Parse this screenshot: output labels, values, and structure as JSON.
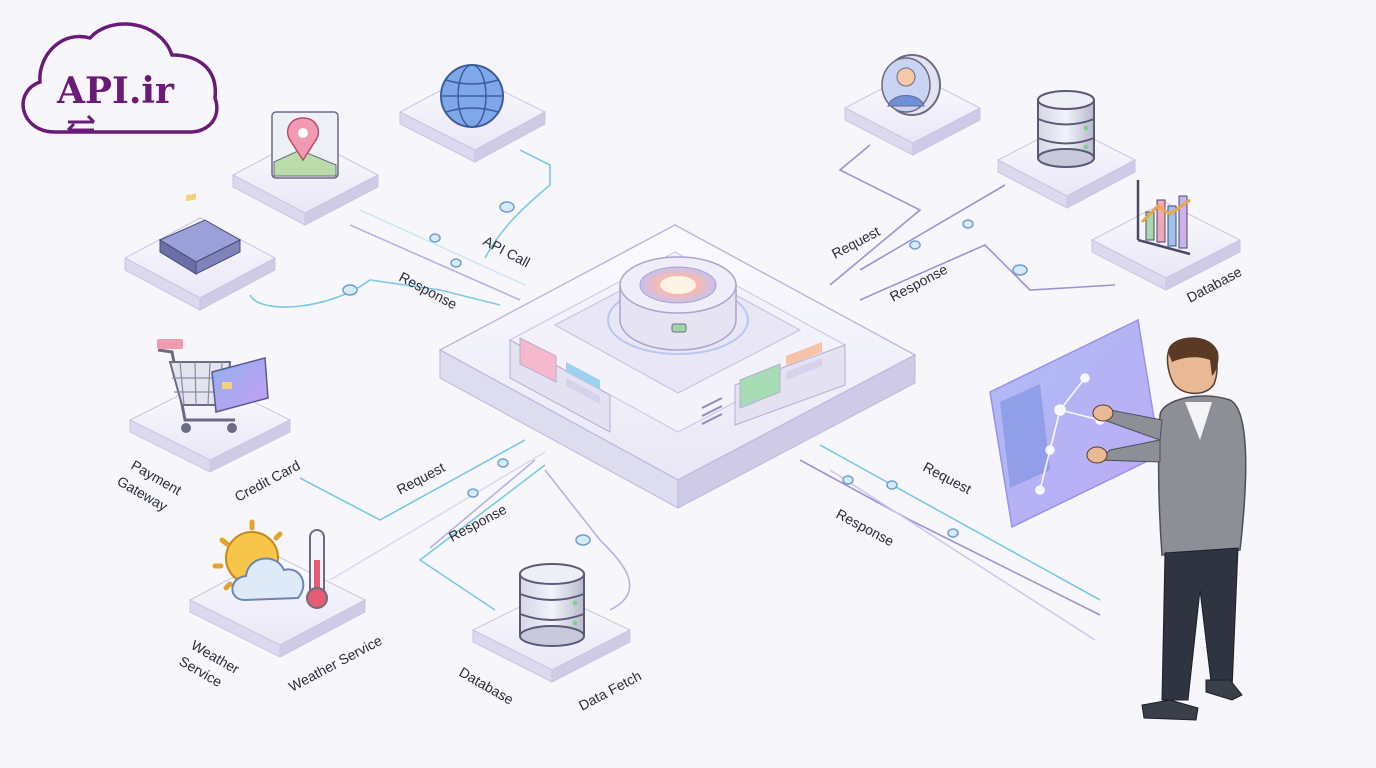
{
  "logo": {
    "text": "API.ir",
    "color": "#6a1b78"
  },
  "labels": {
    "api_call": "API Call",
    "response_left_top": "Response",
    "request_right_top": "Request",
    "response_right_top": "Response",
    "database_right": "Database",
    "payment_gateway_line1": "Payment",
    "payment_gateway_line2": "Gateway",
    "credit_card": "Credit Card",
    "request_left_bottom": "Request",
    "response_left_bottom": "Response",
    "weather_service_line1": "Weather",
    "weather_service_line2": "Service",
    "weather_service_alt": "Weather Service",
    "database_bottom": "Database",
    "data_fetch": "Data Fetch",
    "request_right_bottom": "Request",
    "response_right_bottom": "Response"
  },
  "icons": {
    "globe": "globe-icon",
    "map": "map-pin-icon",
    "card": "credit-card-icon",
    "cart": "shopping-cart-icon",
    "weather": "weather-sun-cloud-icon",
    "user": "user-avatar-icon",
    "database": "database-icon",
    "chart": "bar-chart-icon",
    "hub": "api-hub-icon",
    "person": "person-at-screen-icon"
  },
  "colors": {
    "accent_purple": "#8f86d6",
    "accent_cyan": "#7cc9e6",
    "platform": "#eceaf6",
    "platform_edge": "#c9c5e4"
  }
}
